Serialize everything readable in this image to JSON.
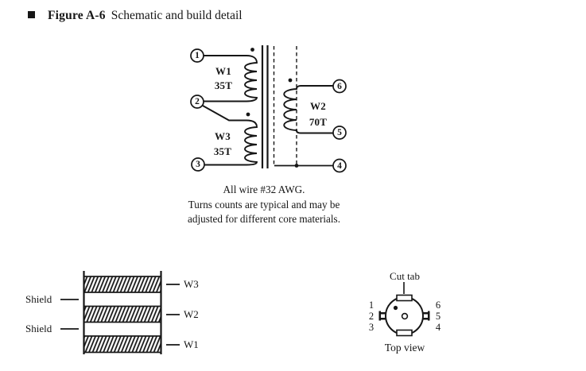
{
  "title": {
    "figure_label": "Figure A-6",
    "figure_title": "Schematic and build detail"
  },
  "schematic": {
    "terminals": [
      {
        "label": "1"
      },
      {
        "label": "2"
      },
      {
        "label": "3"
      },
      {
        "label": "6"
      },
      {
        "label": "5"
      },
      {
        "label": "4"
      }
    ],
    "windings": [
      {
        "name": "W1",
        "turns": "35T"
      },
      {
        "name": "W3",
        "turns": "35T"
      },
      {
        "name": "W2",
        "turns": "70T"
      }
    ],
    "note_lines": [
      "All wire #32 AWG.",
      "Turns counts are typical and may be",
      "adjusted for different core materials."
    ]
  },
  "build_detail": {
    "shield_labels": [
      "Shield",
      "Shield"
    ],
    "layer_labels": [
      "W3",
      "W2",
      "W1"
    ]
  },
  "top_view": {
    "cut_tab_label": "Cut tab",
    "caption": "Top view",
    "pin_numbers_left": [
      "1",
      "2",
      "3"
    ],
    "pin_numbers_right": [
      "6",
      "5",
      "4"
    ]
  },
  "colors": {
    "ink": "#161616",
    "paper": "#ffffff"
  }
}
